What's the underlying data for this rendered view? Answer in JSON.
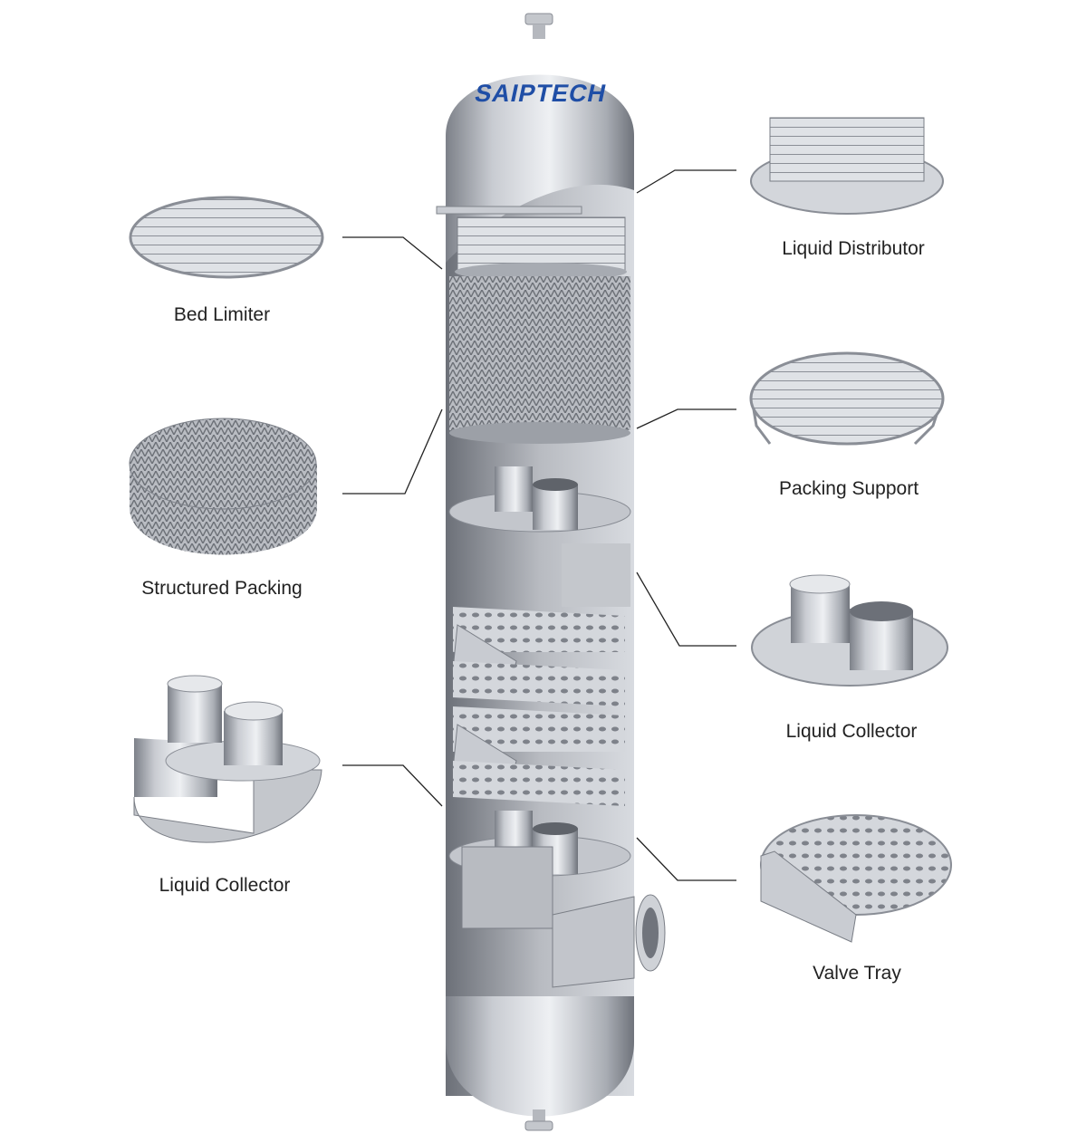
{
  "brand": {
    "logo_text": "SAIPTECH",
    "color": "#1f4ea6"
  },
  "components": {
    "bed_limiter": "Bed Limiter",
    "liquid_distributor": "Liquid Distributor",
    "structured_packing": "Structured Packing",
    "packing_support": "Packing Support",
    "liquid_collector_right": "Liquid Collector",
    "liquid_collector_left": "Liquid Collector",
    "valve_tray": "Valve Tray"
  },
  "colors": {
    "leader_line": "#222222",
    "steel_light": "#e4e6ea",
    "steel_dark": "#8a8e96"
  }
}
